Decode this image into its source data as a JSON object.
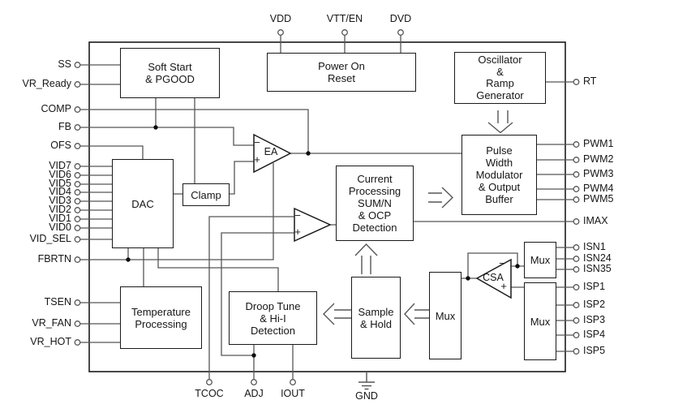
{
  "blocks": {
    "soft_start": "Soft Start\n& PGOOD",
    "power_on_reset": "Power On\nReset",
    "oscillator": "Oscillator\n&\nRamp\nGenerator",
    "dac": "DAC",
    "clamp": "Clamp",
    "pwm": "Pulse\nWidth\nModulator\n& Output\nBuffer",
    "current_processing": "Current\nProcessing\nSUM/N\n& OCP\nDetection",
    "temperature": "Temperature\nProcessing",
    "droop": "Droop Tune\n& Hi-I\nDetection",
    "sample_hold": "Sample\n& Hold",
    "mux_center": "Mux",
    "mux_isn": "Mux",
    "mux_isp": "Mux"
  },
  "amplifiers": {
    "ea": "EA",
    "csa": "CSA",
    "minus": "−",
    "plus": "+"
  },
  "pins": {
    "top": [
      "VDD",
      "VTT/EN",
      "DVD"
    ],
    "left": [
      "SS",
      "VR_Ready",
      "COMP",
      "FB",
      "OFS",
      "VID7",
      "VID6",
      "VID5",
      "VID4",
      "VID3",
      "VID2",
      "VID1",
      "VID0",
      "VID_SEL",
      "FBRTN",
      "TSEN",
      "VR_FAN",
      "VR_HOT"
    ],
    "right": [
      "RT",
      "PWM1",
      "PWM2",
      "PWM3",
      "PWM4",
      "PWM5",
      "IMAX",
      "ISN1",
      "ISN24",
      "ISN35",
      "ISP1",
      "ISP2",
      "ISP3",
      "ISP4",
      "ISP5"
    ],
    "bottom": [
      "TCOC",
      "ADJ",
      "IOUT"
    ],
    "ground": "GND"
  },
  "colors": {
    "wire": "#565656",
    "block_border": "#1a1a1a",
    "background": "#ffffff"
  }
}
